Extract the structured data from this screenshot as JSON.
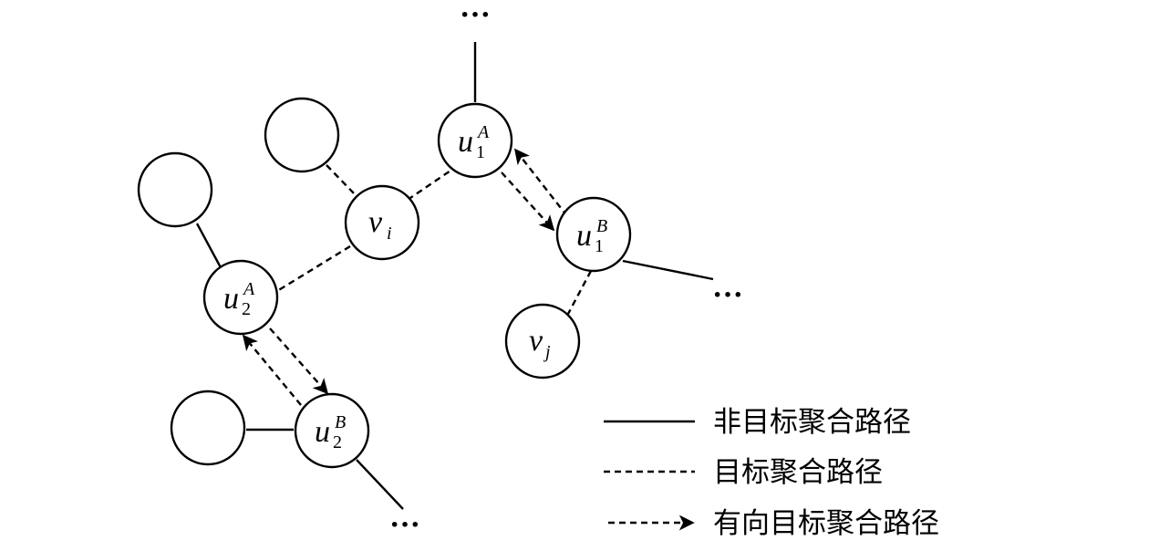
{
  "nodes": {
    "u1A": {
      "main": "u",
      "sub": "1",
      "sup": "A"
    },
    "u1B": {
      "main": "u",
      "sub": "1",
      "sup": "B"
    },
    "u2A": {
      "main": "u",
      "sub": "2",
      "sup": "A"
    },
    "u2B": {
      "main": "u",
      "sub": "2",
      "sup": "B"
    },
    "vi": {
      "main": "v",
      "sub": "i"
    },
    "vj": {
      "main": "v",
      "sub": "j"
    }
  },
  "ellipsis": "···",
  "legend": {
    "solid": "非目标聚合路径",
    "dashed": "目标聚合路径",
    "arrow": "有向目标聚合路径"
  }
}
